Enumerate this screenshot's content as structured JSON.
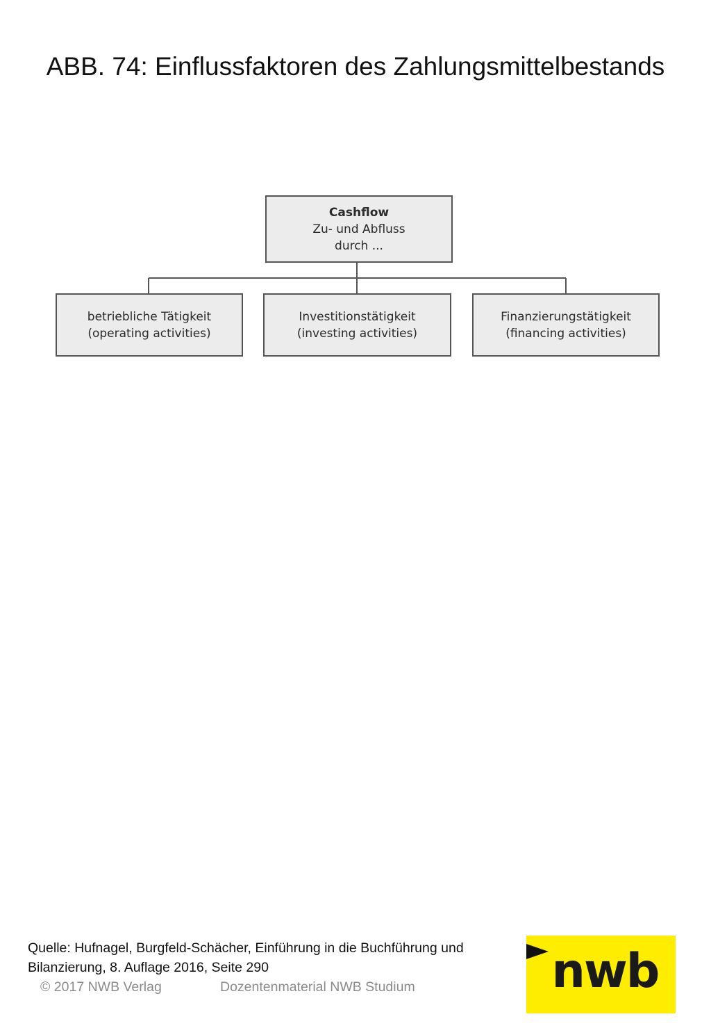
{
  "title": "ABB. 74: Einflussfaktoren des Zahlungsmittelbestands",
  "diagram": {
    "root": {
      "heading": "Cashflow",
      "line2": "Zu- und Abfluss",
      "line3": "durch ..."
    },
    "children": [
      {
        "line1": "betriebliche Tätigkeit",
        "line2": "(operating activities)"
      },
      {
        "line1": "Investitionstätigkeit",
        "line2": "(investing activities)"
      },
      {
        "line1": "Finanzierungstätigkeit",
        "line2": "(financing activities)"
      }
    ]
  },
  "source": {
    "line1": "Quelle: Hufnagel, Burgfeld-Schächer, Einführung in die Buchführung und",
    "line2": "Bilanzierung, 8. Auflage 2016, Seite 290"
  },
  "footer": {
    "copyright": "© 2017 NWB Verlag",
    "material": "Dozentenmaterial NWB Studium"
  },
  "logo": {
    "text": "nwb",
    "background": "#ffed00"
  }
}
